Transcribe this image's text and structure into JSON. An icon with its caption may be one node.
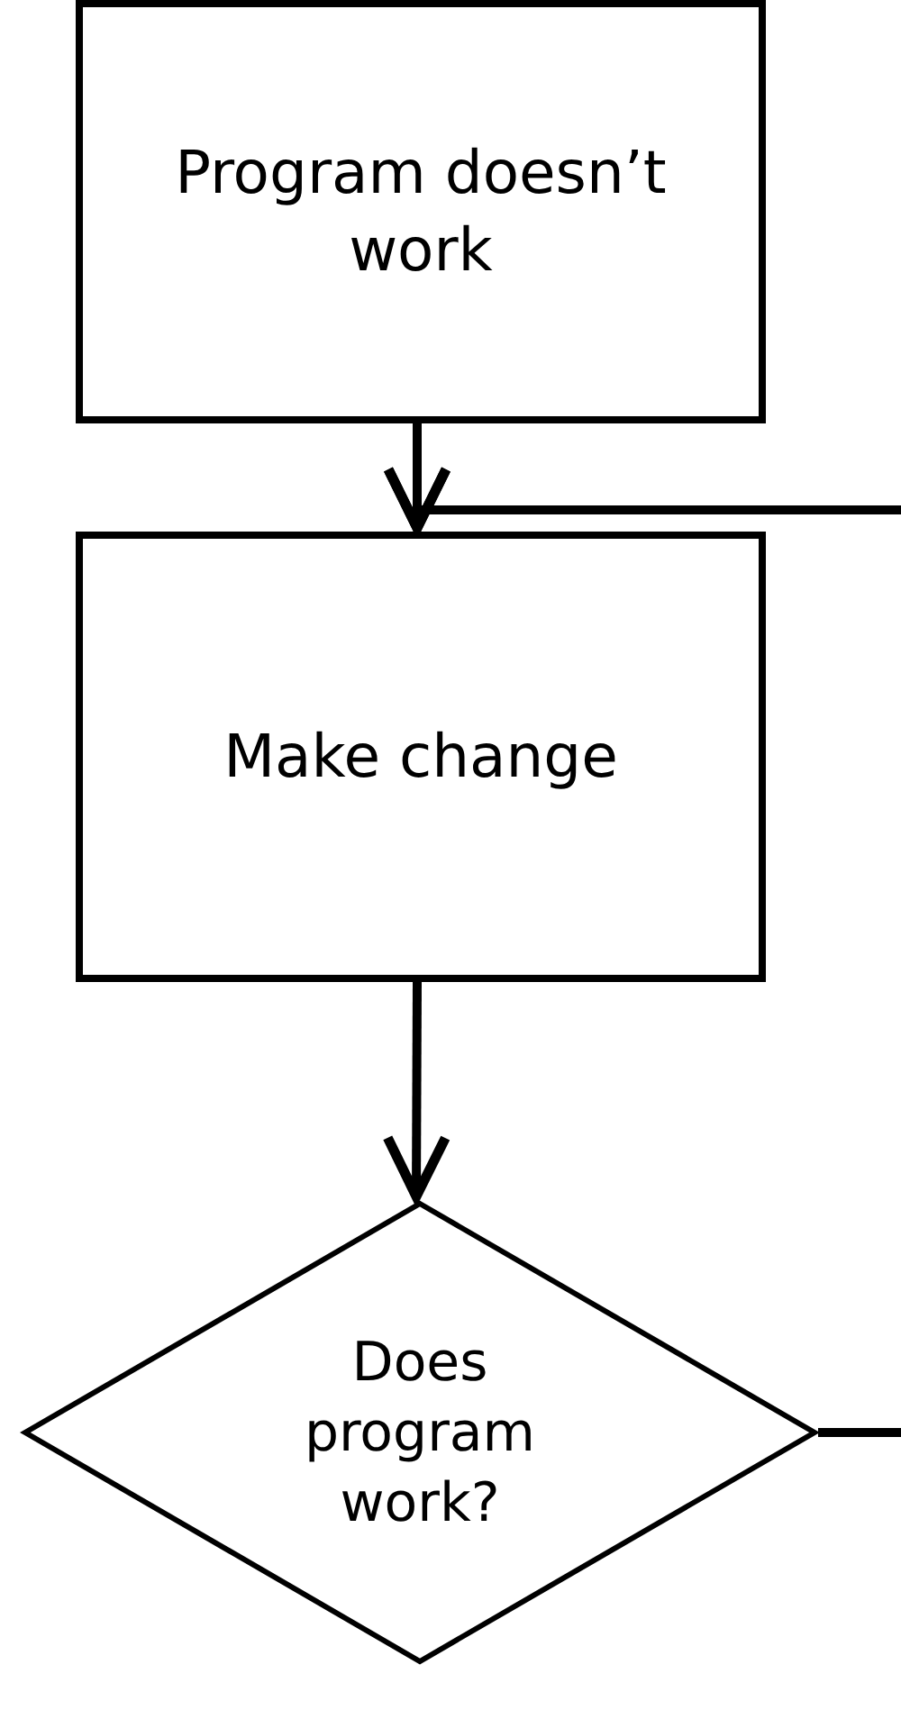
{
  "diagram": {
    "nodes": [
      {
        "text": [
          "Program doesn’t work"
        ]
      },
      {
        "text": [
          "Make change"
        ]
      },
      {
        "text": [
          "Does program work?"
        ]
      }
    ],
    "edges": [
      {
        "from": 0,
        "to": 1,
        "arrow": "to"
      },
      {
        "from": 1,
        "to": 2,
        "arrow": "to"
      },
      {
        "from": 2,
        "to": 1,
        "arrow": "to"
      }
    ]
  }
}
